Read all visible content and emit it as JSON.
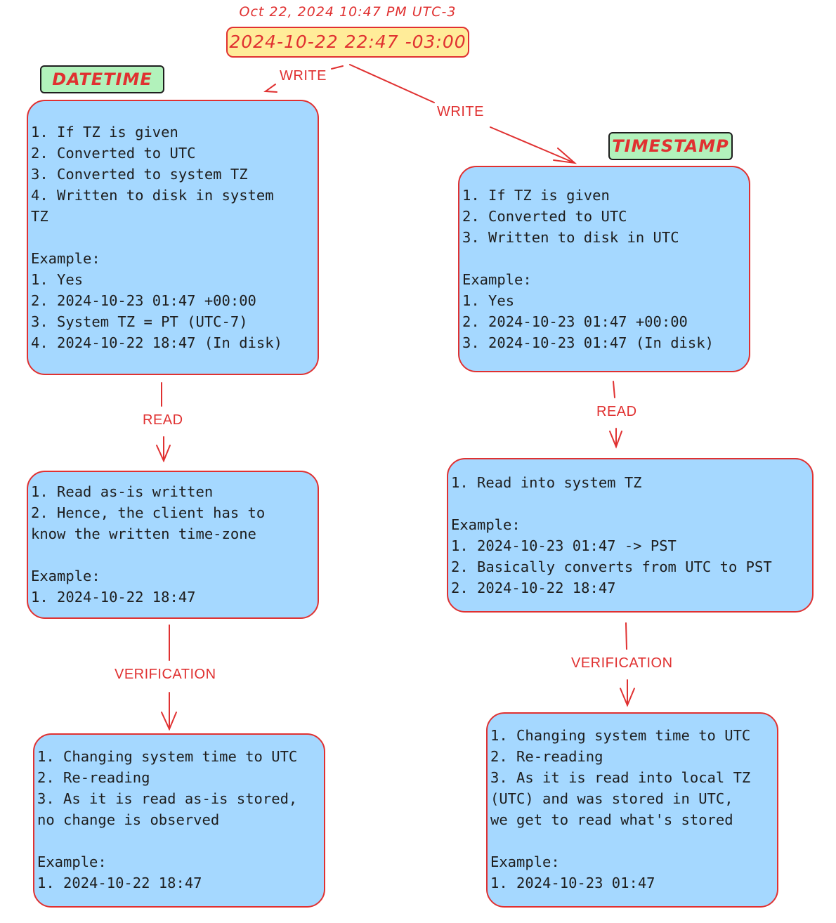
{
  "header": {
    "caption": "Oct 22, 2024 10:47 PM UTC-3",
    "value": "2024-10-22 22:47 -03:00"
  },
  "tags": {
    "datetime": "DATETIME",
    "timestamp": "TIMESTAMP"
  },
  "labels": {
    "write_left": "WRITE",
    "write_right": "WRITE",
    "read_left": "READ",
    "read_right": "READ",
    "verify_left": "VERIFICATION",
    "verify_right": "VERIFICATION"
  },
  "datetime": {
    "write": "1. If TZ is given\n2. Converted to UTC\n3. Converted to system TZ\n4. Written to disk in system\nTZ\n\nExample:\n1. Yes\n2. 2024-10-23 01:47 +00:00\n3. System TZ = PT (UTC-7)\n4. 2024-10-22 18:47 (In disk)",
    "read": "1. Read as-is written\n2. Hence, the client has to\nknow the written time-zone\n\nExample:\n1. 2024-10-22 18:47",
    "verification": "1. Changing system time to UTC\n2. Re-reading\n3. As it is read as-is stored,\nno change is observed\n\nExample:\n1. 2024-10-22 18:47"
  },
  "timestamp": {
    "write": "1. If TZ is given\n2. Converted to UTC\n3. Written to disk in UTC\n\nExample:\n1. Yes\n2. 2024-10-23 01:47 +00:00\n3. 2024-10-23 01:47 (In disk)",
    "read": "1. Read into system TZ\n\nExample:\n1. 2024-10-23 01:47 -> PST\n2. Basically converts from UTC to PST\n2. 2024-10-22 18:47",
    "verification": "1. Changing system time to UTC\n2. Re-reading\n3. As it is read into local TZ\n(UTC) and was stored in UTC,\nwe get to read what's stored\n\nExample:\n1. 2024-10-23 01:47"
  },
  "colors": {
    "stroke": "#e03131",
    "box_fill": "#a5d8ff",
    "header_fill": "#ffec99",
    "tag_fill": "#b2f2bb"
  }
}
